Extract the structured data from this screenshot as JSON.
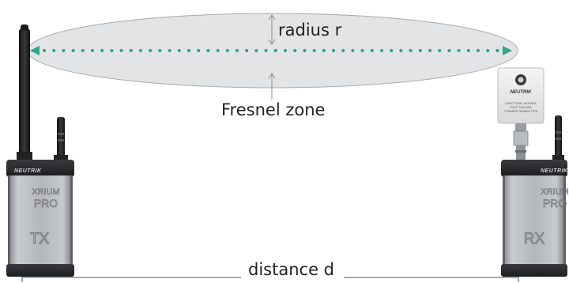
{
  "labels": {
    "radius": "radius r",
    "fresnel": "Fresnel zone",
    "distance": "distance d"
  },
  "tx_device": {
    "brand": "NEUTRIK",
    "model_line1": "XRIUM",
    "model_line2": "PRO",
    "role": "TX"
  },
  "rx_device": {
    "brand": "NEUTRIK",
    "model_line1": "XRIUM",
    "model_line2": "PRO",
    "role": "RX"
  },
  "rx_antenna": {
    "brand": "NEUTRIK",
    "text_line1": "DIRECTIONAL ANTENNA",
    "text_line2": "POINT THIS SIDE",
    "text_line3": "TOWARDS TRANSMITTER"
  },
  "colors": {
    "ellipse_fill": "#e3e4e5",
    "ellipse_stroke": "#a9abad",
    "line_of_sight": "#2aa88e",
    "arrow": "#8c8c8c",
    "device_body": "#a4a7ab",
    "device_dark": "#2a2b2d"
  }
}
